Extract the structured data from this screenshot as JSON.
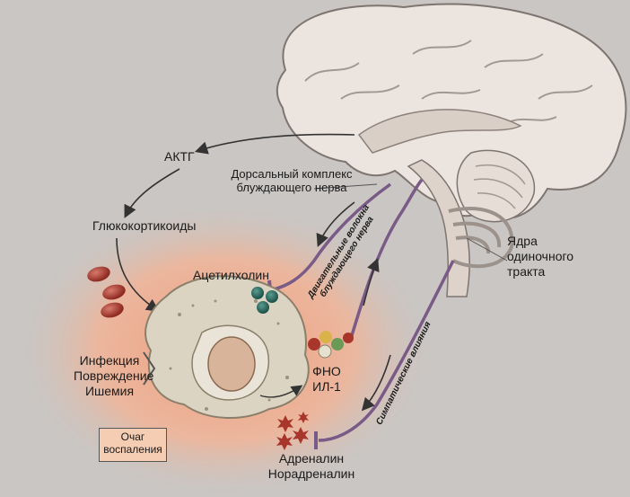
{
  "labels": {
    "actg": "АКТГ",
    "dorsal_complex_line1": "Дорсальный комплекс",
    "dorsal_complex_line2": "блуждающего нерва",
    "glucocorticoids": "Глюкокортикоиды",
    "acetylcholine": "Ацетилхолин",
    "motor_fibers_line1": "Двигательные волокна",
    "motor_fibers_line2": "блуждающего нерва",
    "infection": "Инфекция",
    "injury": "Повреждение",
    "ischemia": "Ишемия",
    "tnf": "ФНО",
    "il1": "ИЛ-1",
    "sympathetic": "Симпатические влияния",
    "nucleus_line1": "Ядра",
    "nucleus_line2": "одиночного",
    "nucleus_line3": "тракта",
    "focus_line1": "Очаг",
    "focus_line2": "воспаления",
    "adrenaline": "Адреналин",
    "noradrenaline": "Норадреналин"
  },
  "colors": {
    "background": "#c9c6c4",
    "brain": "#ece5df",
    "inflammation": "#f1a98a",
    "nerve": "#7a5a86",
    "cell": "#dcd4c2",
    "nucleus": "#d7b49a",
    "molecule_red": "#a8362a",
    "molecule_teal": "#2f6f66"
  }
}
